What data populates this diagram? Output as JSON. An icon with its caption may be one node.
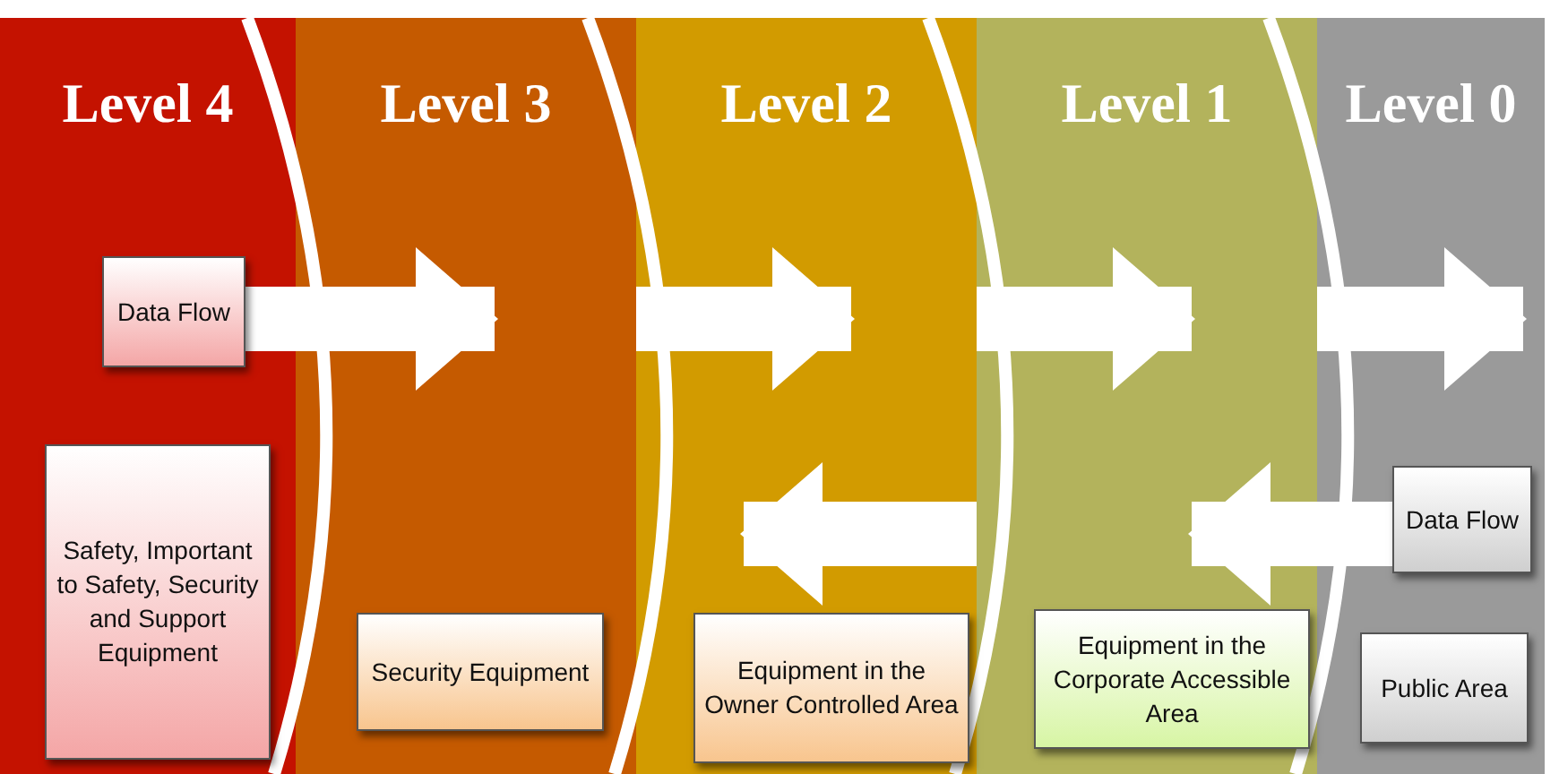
{
  "diagram": {
    "nodes": [
      {
        "text": [
          "Level 4"
        ]
      },
      {
        "text": [
          "Data Flow"
        ],
        "in": 0
      },
      {
        "text": [
          "Safety, Important to Safety, Security and Support Equipment"
        ],
        "in": 0
      },
      {
        "text": [
          "Level 3"
        ]
      },
      {
        "text": [
          "Security Equipment"
        ],
        "in": 3
      },
      {
        "text": [
          "Level 2"
        ]
      },
      {
        "text": [
          "Equipment in the Owner Controlled Area"
        ],
        "in": 5
      },
      {
        "text": [
          "Level 1"
        ]
      },
      {
        "text": [
          "Equipment in the Corporate Accessible Area"
        ],
        "in": 7
      },
      {
        "text": [
          "Level 0"
        ]
      },
      {
        "text": [
          "Data Flow"
        ],
        "in": 9
      },
      {
        "text": [
          "Public Area"
        ],
        "in": 9
      }
    ],
    "edges": [
      {
        "from": 1,
        "to": 3,
        "arrow": "to"
      },
      {
        "from": 3,
        "to": 5,
        "arrow": "to"
      },
      {
        "from": 5,
        "to": 7,
        "arrow": "to"
      },
      {
        "from": 7,
        "to": 9,
        "arrow": "to"
      },
      {
        "from": 10,
        "to": 7,
        "arrow": "to"
      },
      {
        "from": 7,
        "to": 5,
        "arrow": "to"
      }
    ]
  }
}
